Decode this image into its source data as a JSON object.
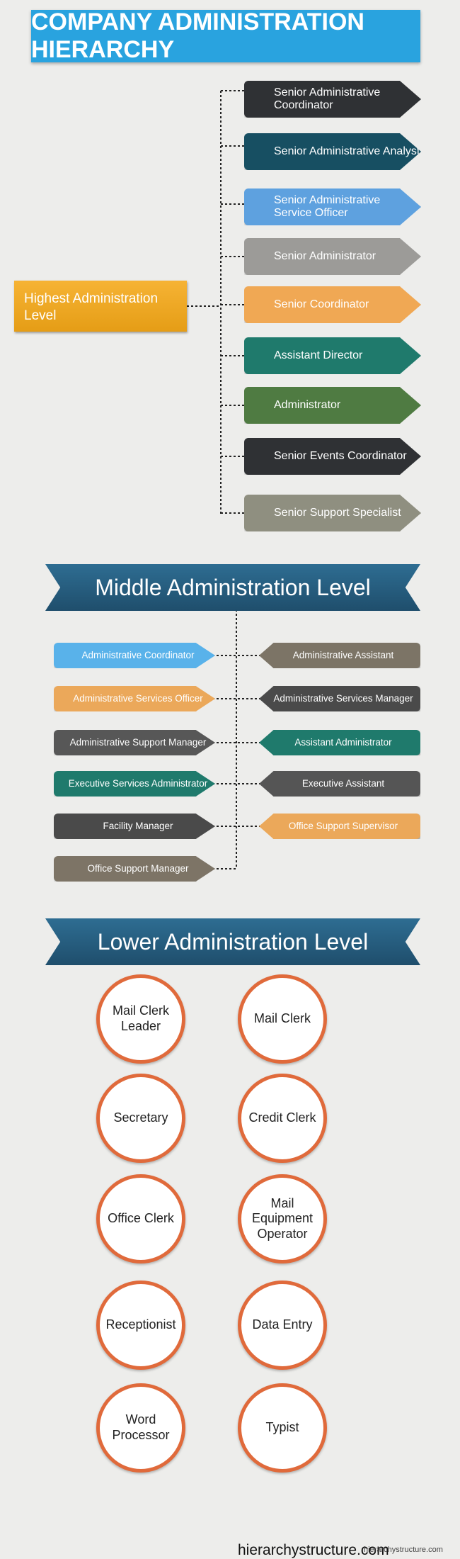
{
  "title": "COMPANY ADMINISTRATION HIERARCHY",
  "highest": {
    "label": "Highest Administration Level",
    "roles": [
      {
        "label": "Senior Administrative Coordinator",
        "color": "#2f3134"
      },
      {
        "label": "Senior Administrative Analyst",
        "color": "#174f62"
      },
      {
        "label": "Senior Administrative Service Officer",
        "color": "#5ea1df"
      },
      {
        "label": "Senior Administrator",
        "color": "#9c9b98"
      },
      {
        "label": "Senior Coordinator",
        "color": "#f0a854"
      },
      {
        "label": "Assistant Director",
        "color": "#1f7a6c"
      },
      {
        "label": "Administrator",
        "color": "#4f7b42"
      },
      {
        "label": "Senior Events Coordinator",
        "color": "#2f3134"
      },
      {
        "label": "Senior Support Specialist",
        "color": "#8f8f80"
      }
    ]
  },
  "middle": {
    "label": "Middle Administration Level",
    "left": [
      {
        "label": "Administrative Coordinator",
        "color": "#59b2ea"
      },
      {
        "label": "Administrative Services Officer",
        "color": "#eba85a"
      },
      {
        "label": "Administrative Support Manager",
        "color": "#575757"
      },
      {
        "label": "Executive Services Administrator",
        "color": "#1f7a6c"
      },
      {
        "label": "Facility Manager",
        "color": "#4a4a4a"
      },
      {
        "label": "Office Support Manager",
        "color": "#7d7466"
      }
    ],
    "right": [
      {
        "label": "Administrative Assistant",
        "color": "#7c7466"
      },
      {
        "label": "Administrative Services Manager",
        "color": "#4a4a4a"
      },
      {
        "label": "Assistant Administrator",
        "color": "#1f7a6c"
      },
      {
        "label": "Executive Assistant",
        "color": "#555555"
      },
      {
        "label": "Office Support Supervisor",
        "color": "#eba85a"
      }
    ]
  },
  "lower": {
    "label": "Lower Administration Level",
    "roles": [
      "Mail Clerk Leader",
      "Mail Clerk",
      "Secretary",
      "Credit Clerk",
      "Office Clerk",
      "Mail Equipment Operator",
      "Receptionist",
      "Data Entry",
      "Word Processor",
      "Typist"
    ]
  },
  "footer": {
    "site": "hierarchystructure.com",
    "watermark": "hierarchystructure.com"
  }
}
